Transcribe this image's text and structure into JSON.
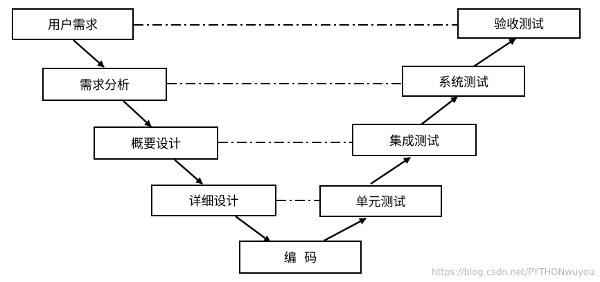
{
  "diagram": {
    "left": {
      "user_req": "用户需求",
      "req_analysis": "需求分析",
      "outline_design": "概要设计",
      "detail_design": "详细设计"
    },
    "bottom": {
      "coding": "编  码"
    },
    "right": {
      "unit_test": "单元测试",
      "integration_test": "集成测试",
      "system_test": "系统测试",
      "acceptance_test": "验收测试"
    }
  },
  "watermark": "https://blog.csdn.net/PYTHONwuyou"
}
